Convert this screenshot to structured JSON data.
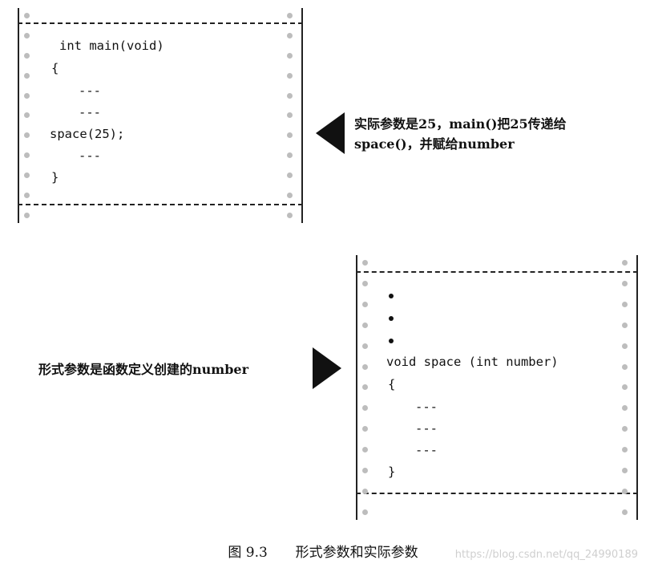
{
  "box_main": {
    "lines": [
      "int main(void)",
      "{",
      "---",
      "---",
      "space(25);",
      "---",
      "}"
    ]
  },
  "annotation_top": {
    "line1": "实际参数是25，main()把25传递给",
    "line2": "space()，并赋给number"
  },
  "annotation_bottom": {
    "text": "形式参数是函数定义创建的number"
  },
  "box_space": {
    "lines": [
      "void space (int number)",
      "{",
      "---",
      "---",
      "---",
      "}"
    ]
  },
  "caption": {
    "figure": "图 9.3",
    "title": "形式参数和实际参数"
  },
  "watermark": "https://blog.csdn.net/qq_24990189"
}
